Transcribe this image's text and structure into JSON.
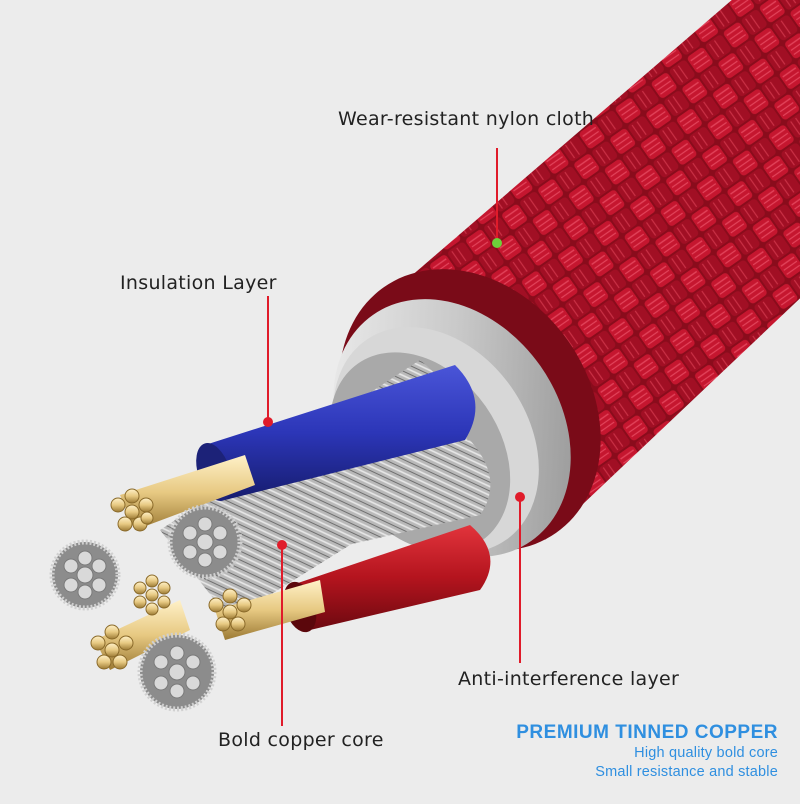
{
  "labels": {
    "nylon": "Wear-resistant nylon cloth",
    "insulation": "Insulation Layer",
    "anti_interference": "Anti-interference layer",
    "copper_core": "Bold copper core"
  },
  "promo": {
    "title": "PREMIUM TINNED COPPER",
    "line1": "High quality bold core",
    "line2": "Small resistance and stable"
  },
  "colors": {
    "background": "#ececec",
    "braid": "#b3122a",
    "callout_line": "#e01b2a",
    "callout_dot_nylon": "#6dd13a",
    "callout_dot": "#e01b2a",
    "insulation_blue": "#2c36b8",
    "inner_red": "#b4141e",
    "shield_silver": "#c9c9c9",
    "copper_gold": "#e7c982",
    "promo_title": "#2f8fe0",
    "promo_text": "#2f8fe0"
  }
}
